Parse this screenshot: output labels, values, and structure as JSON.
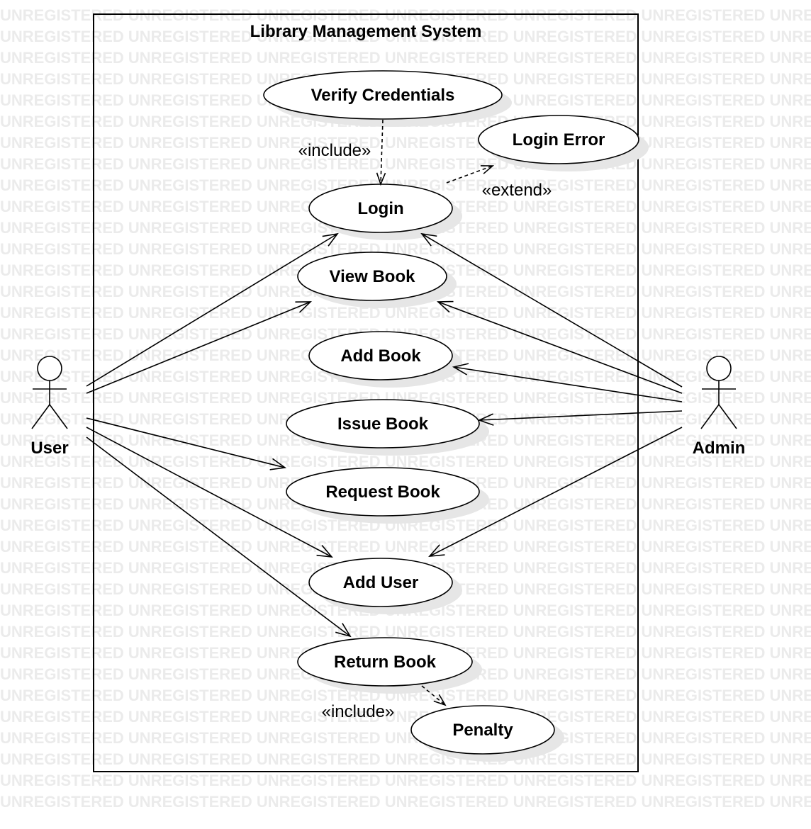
{
  "watermark": "UNREGISTERED",
  "system": {
    "title": "Library Management System"
  },
  "actors": {
    "user": "User",
    "admin": "Admin"
  },
  "use_cases": {
    "verify_credentials": "Verify Credentials",
    "login_error": "Login Error",
    "login": "Login",
    "view_book": "View Book",
    "add_book": "Add Book",
    "issue_book": "Issue Book",
    "request_book": "Request Book",
    "add_user": "Add User",
    "return_book": "Return Book",
    "penalty": "Penalty"
  },
  "relationships": {
    "include_verify": "«include»",
    "extend_login_error": "«extend»",
    "include_penalty": "«include»"
  },
  "associations": {
    "user": [
      "Login",
      "View Book",
      "Request Book",
      "Add User",
      "Return Book"
    ],
    "admin": [
      "Login",
      "View Book",
      "Add Book",
      "Issue Book",
      "Add User"
    ]
  },
  "colors": {
    "line": "#000000",
    "ellipse_fill": "#ffffff",
    "shadow": "#e6e6e6",
    "watermark": "#ebebeb"
  }
}
